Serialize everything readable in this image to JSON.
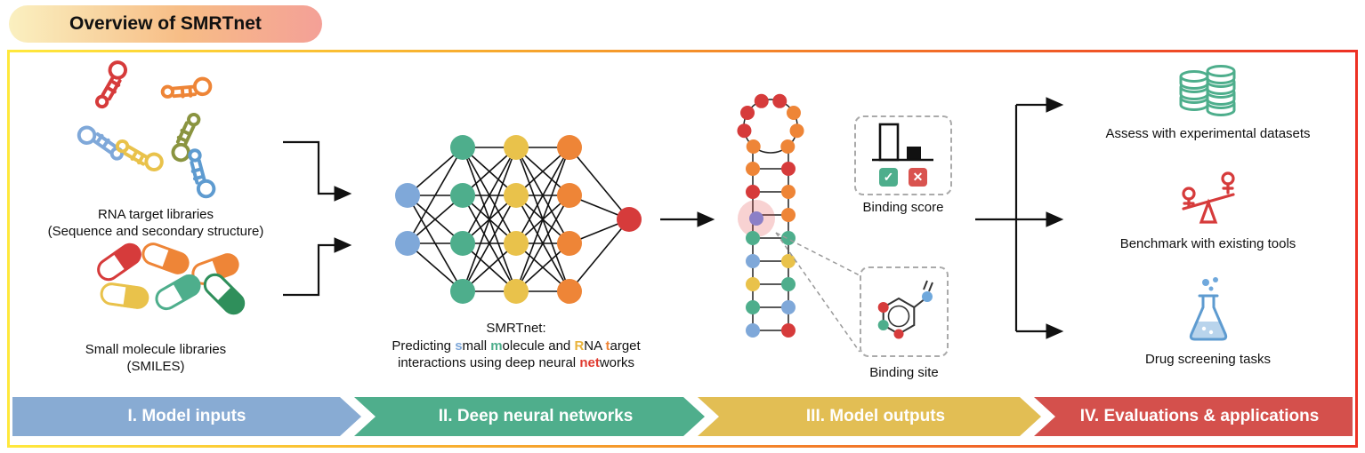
{
  "title": "Overview of SMRTnet",
  "inputs": {
    "rna_label": "RNA target libraries",
    "rna_sublabel": "(Sequence and secondary structure)",
    "molecule_label": "Small molecule libraries",
    "molecule_sublabel": "(SMILES)"
  },
  "network": {
    "caption_line1": "SMRTnet:",
    "caption_line2": [
      {
        "text": "Predicting "
      },
      {
        "text": "s",
        "color": "#7FA8D9",
        "bold": true
      },
      {
        "text": "mall "
      },
      {
        "text": "m",
        "color": "#4EAE8C",
        "bold": true
      },
      {
        "text": "olecule and "
      },
      {
        "text": "R",
        "color": "#E9B33B",
        "bold": true
      },
      {
        "text": "NA "
      },
      {
        "text": "t",
        "color": "#EE8537",
        "bold": true
      },
      {
        "text": "arget"
      }
    ],
    "caption_line3": [
      {
        "text": "interactions using deep neural "
      },
      {
        "text": "net",
        "color": "#E03A2F",
        "bold": true
      },
      {
        "text": "works"
      }
    ]
  },
  "outputs": {
    "binding_score_label": "Binding score",
    "binding_site_label": "Binding site",
    "check_glyph": "✓",
    "cross_glyph": "✕",
    "check_color": "#4EAE8C",
    "cross_color": "#D9534F"
  },
  "evaluations": [
    {
      "icon": "database-icon",
      "label": "Assess with experimental datasets"
    },
    {
      "icon": "balance-icon",
      "label": "Benchmark with existing tools"
    },
    {
      "icon": "flask-icon",
      "label": "Drug screening tasks"
    }
  ],
  "banner": [
    {
      "label": "I. Model inputs",
      "color": "#88ABD3"
    },
    {
      "label": "II. Deep neural networks",
      "color": "#4FAE8C"
    },
    {
      "label": "III. Model outputs",
      "color": "#E2BE54"
    },
    {
      "label": "IV. Evaluations & applications",
      "color": "#D4504C"
    }
  ],
  "colors": {
    "blue": "#7FA8D9",
    "green": "#4EAE8C",
    "yellow": "#E9C24B",
    "orange": "#EE8537",
    "red": "#D63B3B",
    "violet": "#8B7FC7",
    "highlight": "rgba(226,77,77,0.25)",
    "border_start": "#FFE83C",
    "border_end": "#ED3124"
  }
}
